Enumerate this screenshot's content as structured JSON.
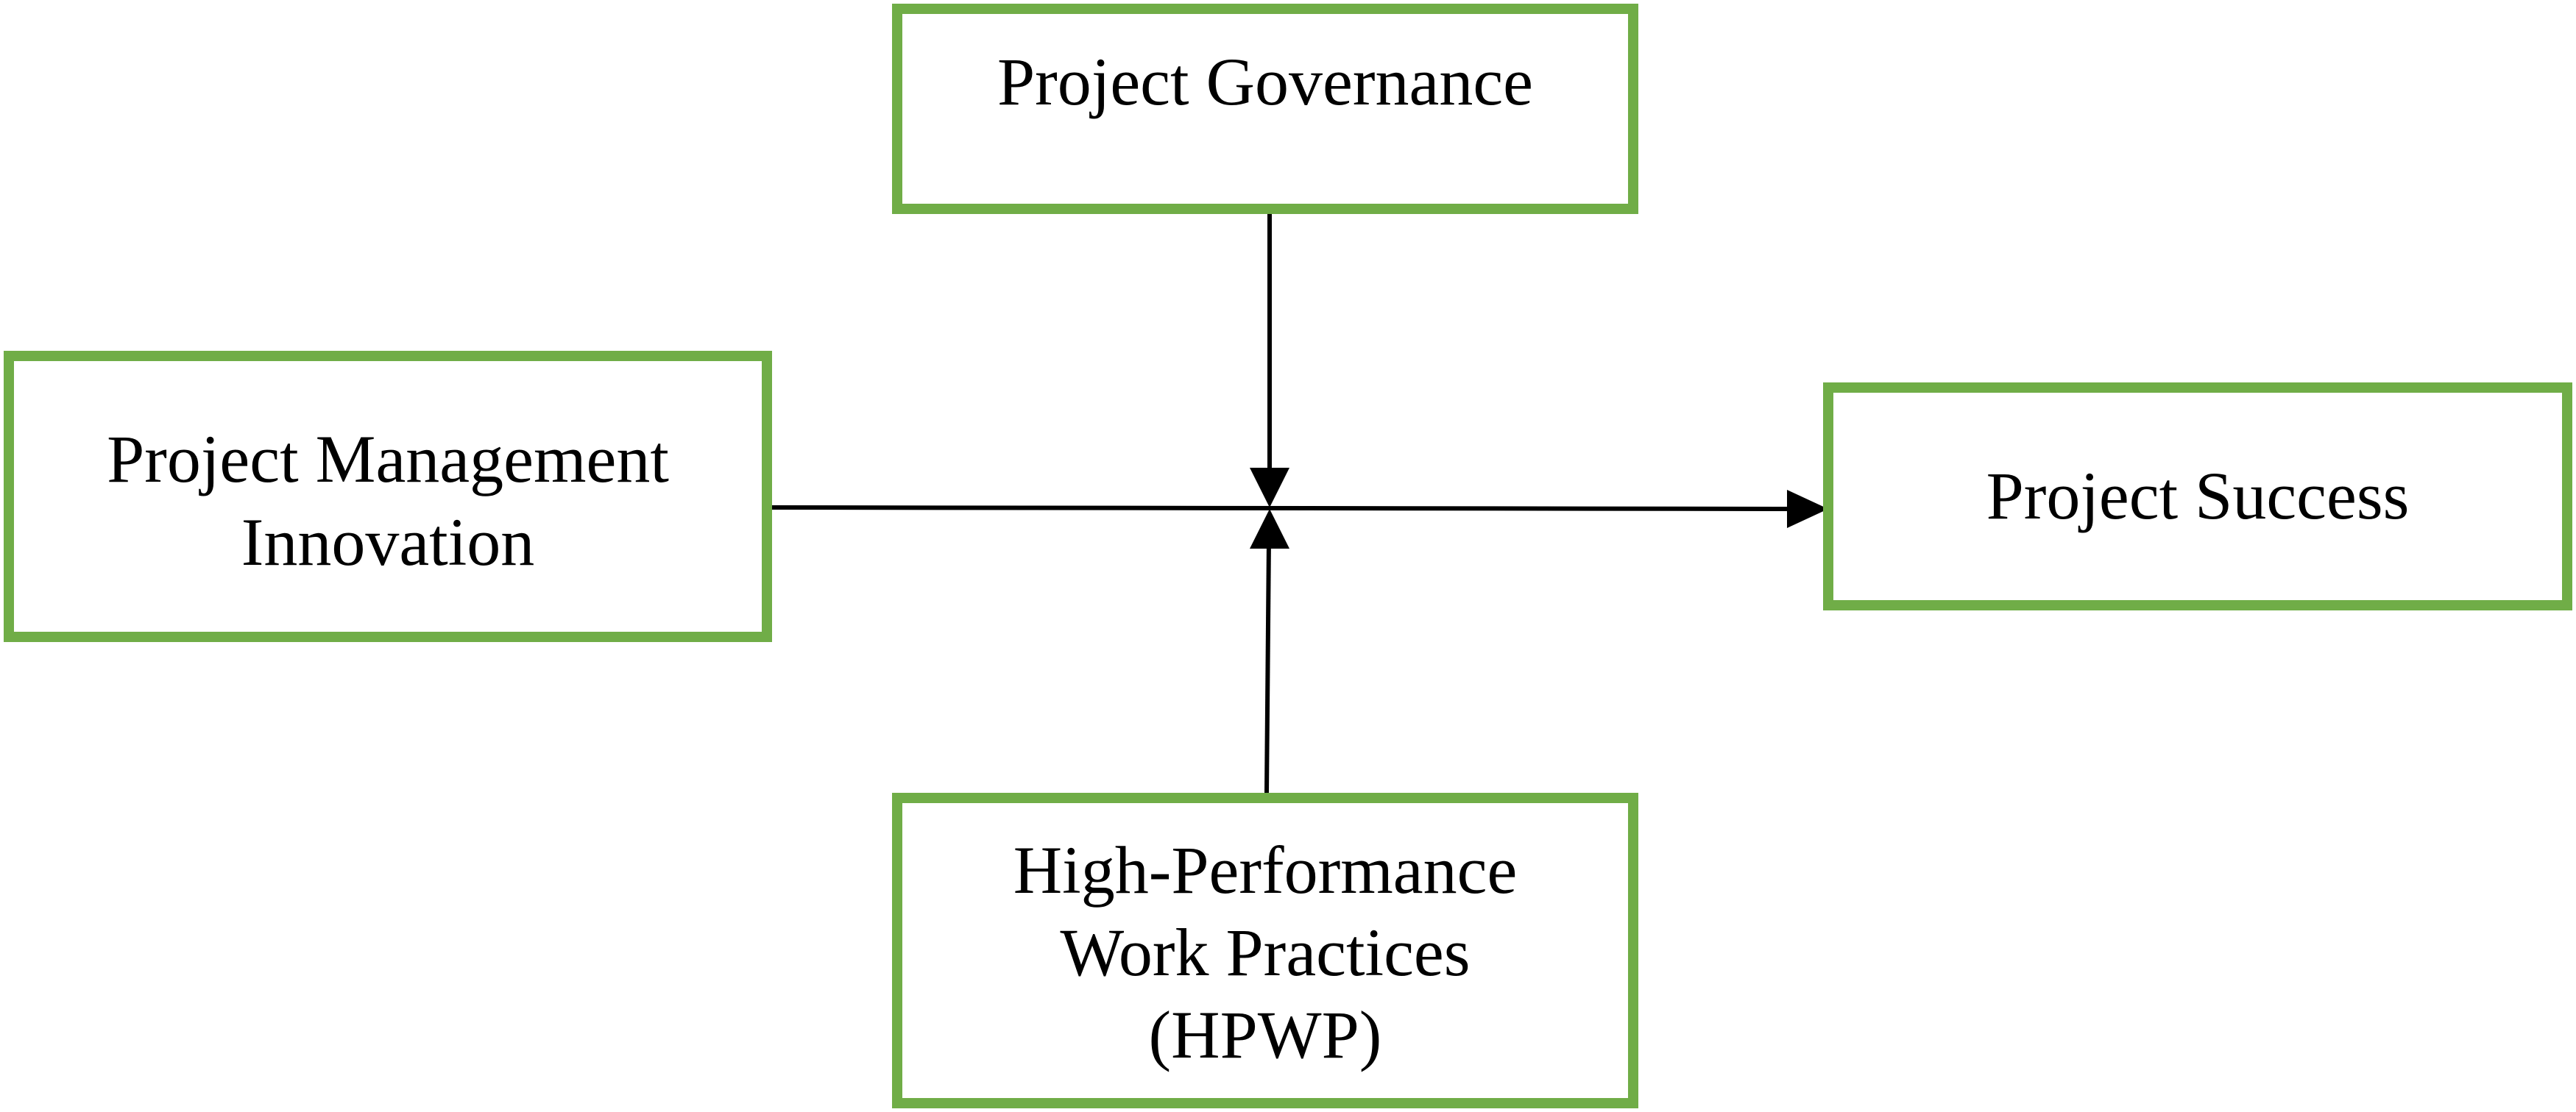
{
  "colors": {
    "box_border": "#70ad47",
    "box_fill": "#ffffff",
    "text": "#000000",
    "arrow": "#000000"
  },
  "nodes": {
    "governance": {
      "lines": [
        "Project Governance"
      ]
    },
    "pm_innovation": {
      "lines": [
        "Project Management",
        "Innovation"
      ]
    },
    "success": {
      "lines": [
        "Project Success"
      ]
    },
    "hpwp": {
      "lines": [
        "High-Performance",
        "Work Practices",
        "(HPWP)"
      ]
    }
  }
}
